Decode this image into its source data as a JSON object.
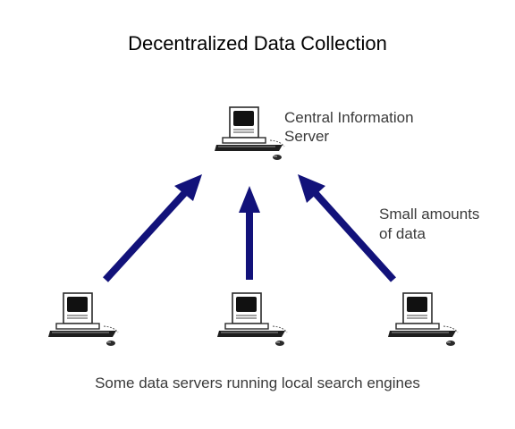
{
  "title": "Decentralized Data Collection",
  "central_server": {
    "label_lines": [
      "Central Information",
      "Server"
    ],
    "icon": "desktop-computer-icon"
  },
  "flow_label": {
    "lines": [
      "Small amounts",
      "of data"
    ]
  },
  "data_servers": {
    "caption": "Some data servers running local search engines",
    "icon": "desktop-computer-icon",
    "count": 3
  },
  "colors": {
    "arrow": "#12127a",
    "computer_body": "#ffffff",
    "computer_outline": "#2a2a2a",
    "screen": "#111111",
    "keyboard": "#1e1e1e",
    "text": "#3a3a3a"
  }
}
